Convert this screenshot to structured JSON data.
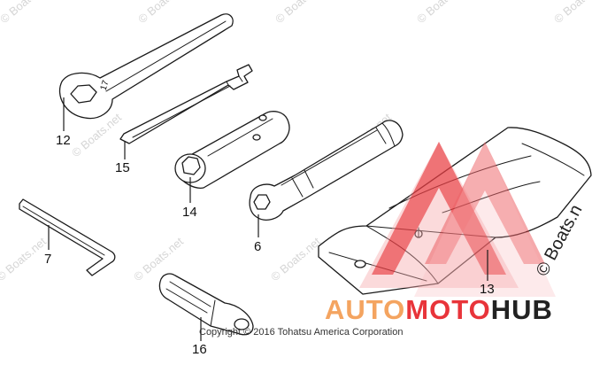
{
  "callouts": {
    "c12": "12",
    "c15": "15",
    "c14": "14",
    "c7": "7",
    "c6": "6",
    "c13": "13",
    "c16": "16"
  },
  "wrench_stamp": "17",
  "watermark": {
    "text": "© Boats.net",
    "side_text": "© Boats.n"
  },
  "logo": {
    "part1": "AUTO",
    "part2": "MOTO",
    "part3": "HUB",
    "color_light": "#f4a460",
    "color_red": "#e8343a",
    "color_dark": "#222222"
  },
  "copyright": "Copyright © 2016 Tohatsu America Corporation",
  "colors": {
    "line": "#1a1a1a",
    "watermark": "#d6d6d6"
  }
}
